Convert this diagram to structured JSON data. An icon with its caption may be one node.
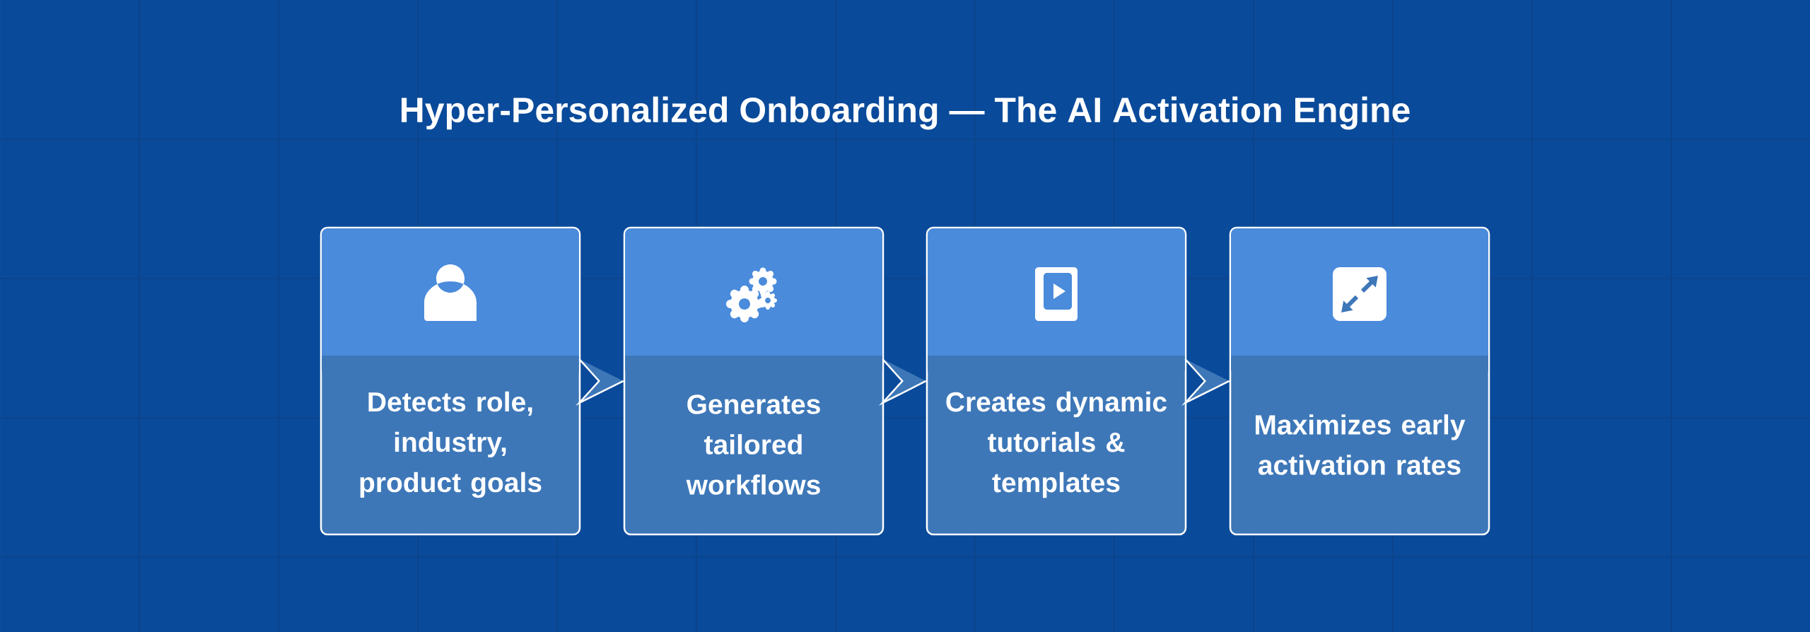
{
  "diagram": {
    "title": "Hyper-Personalized Onboarding — The AI Activation Engine",
    "nodes": [
      {
        "text": [
          "Detects role, industry, product goals"
        ]
      },
      {
        "text": [
          "Generates tailored workflows"
        ]
      },
      {
        "text": [
          "Creates dynamic tutorials & templates"
        ]
      },
      {
        "text": [
          "Maximizes early activation rates"
        ]
      }
    ],
    "edges": [
      {
        "from": 0,
        "to": 1,
        "arrow": "to"
      },
      {
        "from": 1,
        "to": 2,
        "arrow": "to"
      },
      {
        "from": 2,
        "to": 3,
        "arrow": "to"
      }
    ]
  }
}
